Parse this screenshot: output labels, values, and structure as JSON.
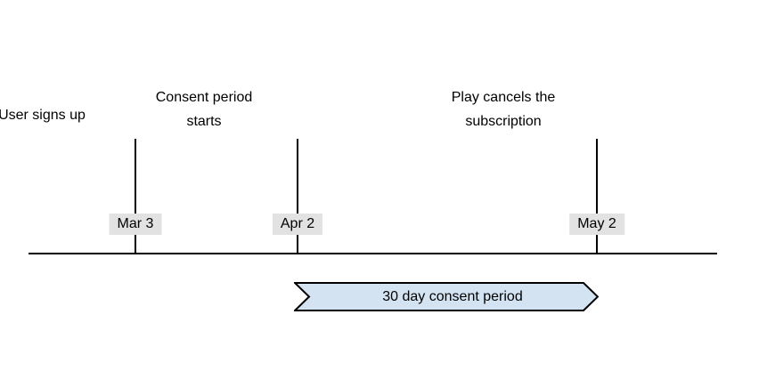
{
  "diagram": {
    "type": "timeline",
    "axis": {
      "color": "#000000"
    },
    "events": [
      {
        "label": "User signs up",
        "date": "Mar 3",
        "lines": 1
      },
      {
        "label": "Consent period\nstarts",
        "date": "Apr 2",
        "lines": 2
      },
      {
        "label": "Play cancels the\nsubscription",
        "date": "May 2",
        "lines": 2
      }
    ],
    "period_banner": {
      "label": "30 day consent period",
      "fill_color": "#d4e3f2",
      "border_color": "#000000"
    },
    "date_chip_color": "#e2e2e2"
  }
}
